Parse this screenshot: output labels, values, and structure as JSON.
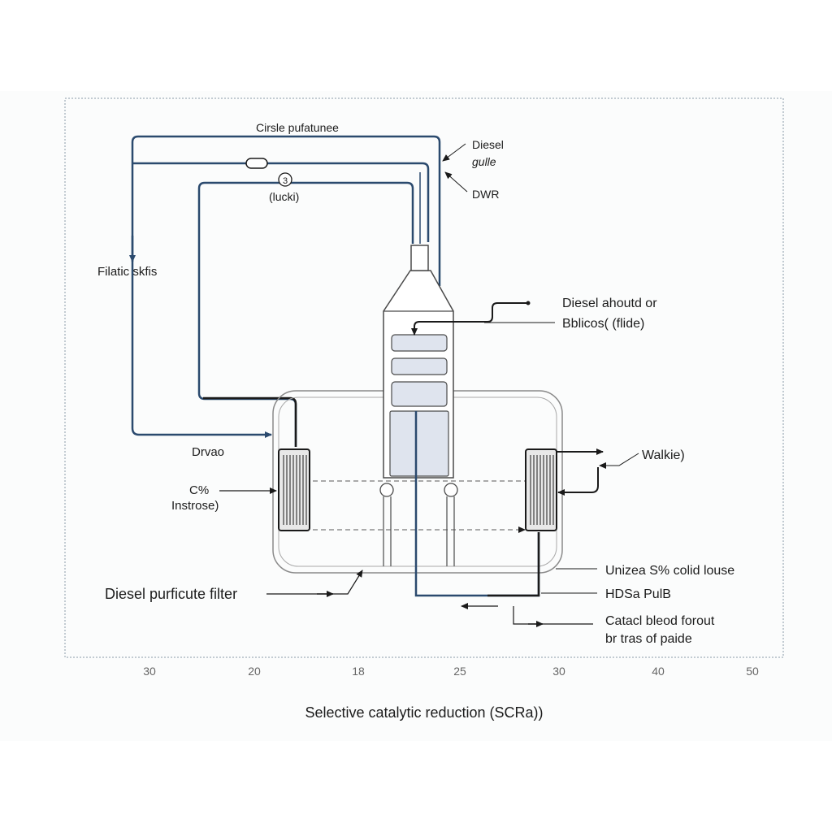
{
  "title": "Selective catalytic reduction (SCRa))",
  "labels": {
    "top_loop": "Cirsle pufatunee",
    "inner_loop": "(lucki)",
    "inner_loop_symbol": "3",
    "diesel_line1": "Diesel",
    "diesel_line2": "gulle",
    "dwr": "DWR",
    "left_side": "Filatic skfis",
    "diesel_ahoutd": "Diesel ahoutd or",
    "bblicos": "Bblicos( (flide)",
    "drvao": "Drvao",
    "c_percent": "C%",
    "instrose": "Instrose)",
    "walkie": "Walkie)",
    "dpf": "Diesel purficute filter",
    "unizea": "Unizea S% colid louse",
    "hdsa": "HDSa PulB",
    "catalcl_line1": "Catacl bleod forout",
    "catalcl_line2": "br tras of paide"
  },
  "axis_ticks": [
    "30",
    "20",
    "18",
    "25",
    "30",
    "40",
    "50"
  ],
  "colors": {
    "pipe_blue": "#2b4a6e",
    "pipe_black": "#1a1a1a",
    "module_fill": "#dfe4ee",
    "frame": "#8a8a8a"
  }
}
